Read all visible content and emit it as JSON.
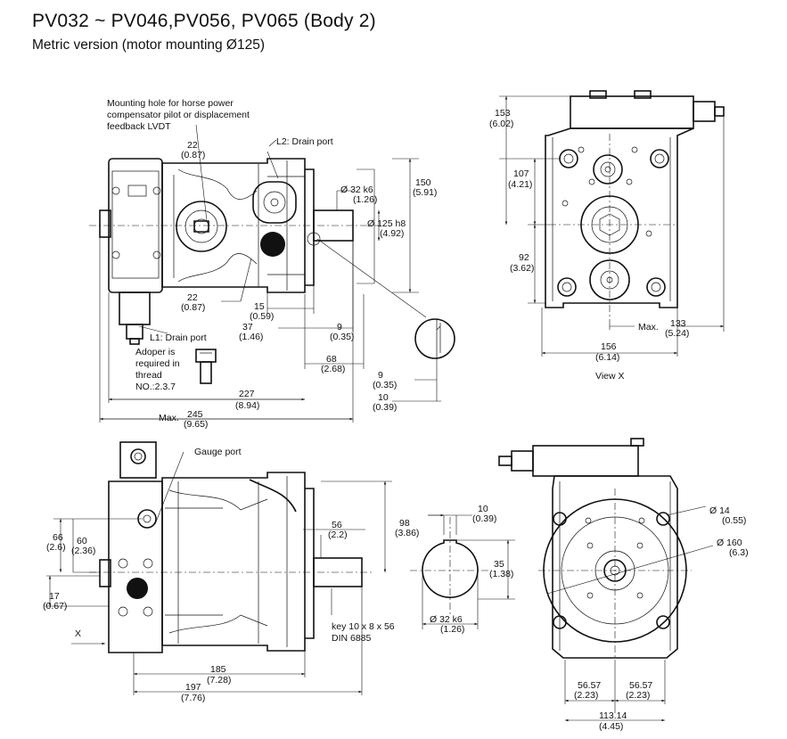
{
  "title": "PV032 ~ PV046,PV056, PV065 (Body 2)",
  "subtitle": "Metric version  (motor mounting  Ø125)",
  "notes": {
    "mounting_hole": [
      "Mounting hole for horse power",
      "compensator pilot or displacement",
      "feedback LVDT"
    ],
    "l2": "L2: Drain port",
    "l1": "L1: Drain port",
    "adaptor": [
      "Adoper is",
      "required in",
      "thread",
      "NO.:2.3.7"
    ],
    "gauge": "Gauge port",
    "view_x": "View X",
    "x_arrow": "X",
    "key": [
      "key 10 x 8 x 56",
      "DIN 6885"
    ]
  },
  "dims": {
    "d22a": [
      "22",
      "(0.87)"
    ],
    "d22b": [
      "22",
      "(0.87)"
    ],
    "d32k6": [
      "Ø 32 k6",
      "(1.26)"
    ],
    "d125h8": [
      "Ø 125 h8",
      "(4.92)"
    ],
    "d150": [
      "150",
      "(5.91)"
    ],
    "d15": [
      "15",
      "(0.59)"
    ],
    "d37": [
      "37",
      "(1.46)"
    ],
    "d9a": [
      "9",
      "(0.35)"
    ],
    "d68": [
      "68",
      "(2.68)"
    ],
    "d9b": [
      "9",
      "(0.35)"
    ],
    "d10a": [
      "10",
      "(0.39)"
    ],
    "d227": [
      "227",
      "(8.94)"
    ],
    "d245_prefix": "Max.",
    "d245": [
      "245",
      "(9.65)"
    ],
    "d153": [
      "153",
      "(6.02)"
    ],
    "d107": [
      "107",
      "(4.21)"
    ],
    "d92": [
      "92",
      "(3.62)"
    ],
    "d133_prefix": "Max.",
    "d133": [
      "133",
      "(5.24)"
    ],
    "d156": [
      "156",
      "(6.14)"
    ],
    "d56": [
      "56",
      "(2.2)"
    ],
    "d98": [
      "98",
      "(3.86)"
    ],
    "d66": [
      "66",
      "(2.6)"
    ],
    "d60": [
      "60",
      "(2.36)"
    ],
    "d17": [
      "17",
      "(0.67)"
    ],
    "d185": [
      "185",
      "(7.28)"
    ],
    "d197": [
      "197",
      "(7.76)"
    ],
    "d10b": [
      "10",
      "(0.39)"
    ],
    "d35": [
      "35",
      "(1.38)"
    ],
    "d32b": [
      "Ø 32 k6",
      "(1.26)"
    ],
    "d14": [
      "Ø 14",
      "(0.55)"
    ],
    "d160": [
      "Ø 160",
      "(6.3)"
    ],
    "d5657a": [
      "56.57",
      "(2.23)"
    ],
    "d5657b": [
      "56.57",
      "(2.23)"
    ],
    "d11314": [
      "113.14",
      "(4.45)"
    ]
  }
}
